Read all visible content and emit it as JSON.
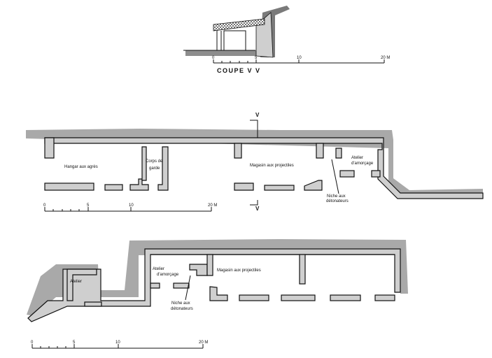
{
  "section": {
    "title": "COUPE V V",
    "scale": {
      "ticks": [
        "0",
        "5",
        "10",
        "20 M"
      ]
    }
  },
  "plan_upper": {
    "rooms": {
      "hangar": "Hangar aux agrès",
      "corps_1": "Corps de",
      "corps_2": "garde",
      "magasin": "Magasin aux projectiles",
      "atelier_amorcage_1": "Atelier",
      "atelier_amorcage_2": "d'amorçage",
      "niche_1": "Niche aux",
      "niche_2": "détonateurs"
    },
    "section_marker": "V",
    "scale": {
      "ticks": [
        "0",
        "5",
        "10",
        "20 M"
      ]
    }
  },
  "plan_lower": {
    "rooms": {
      "atelier": "Atelier",
      "atelier_amorcage_1": "Atelier",
      "atelier_amorcage_2": "d'amorçage",
      "magasin": "Magasin aux projectiles",
      "niche_1": "Niche aux",
      "niche_2": "détonateurs"
    },
    "scale": {
      "ticks": [
        "0",
        "5",
        "10",
        "20 M"
      ]
    }
  }
}
